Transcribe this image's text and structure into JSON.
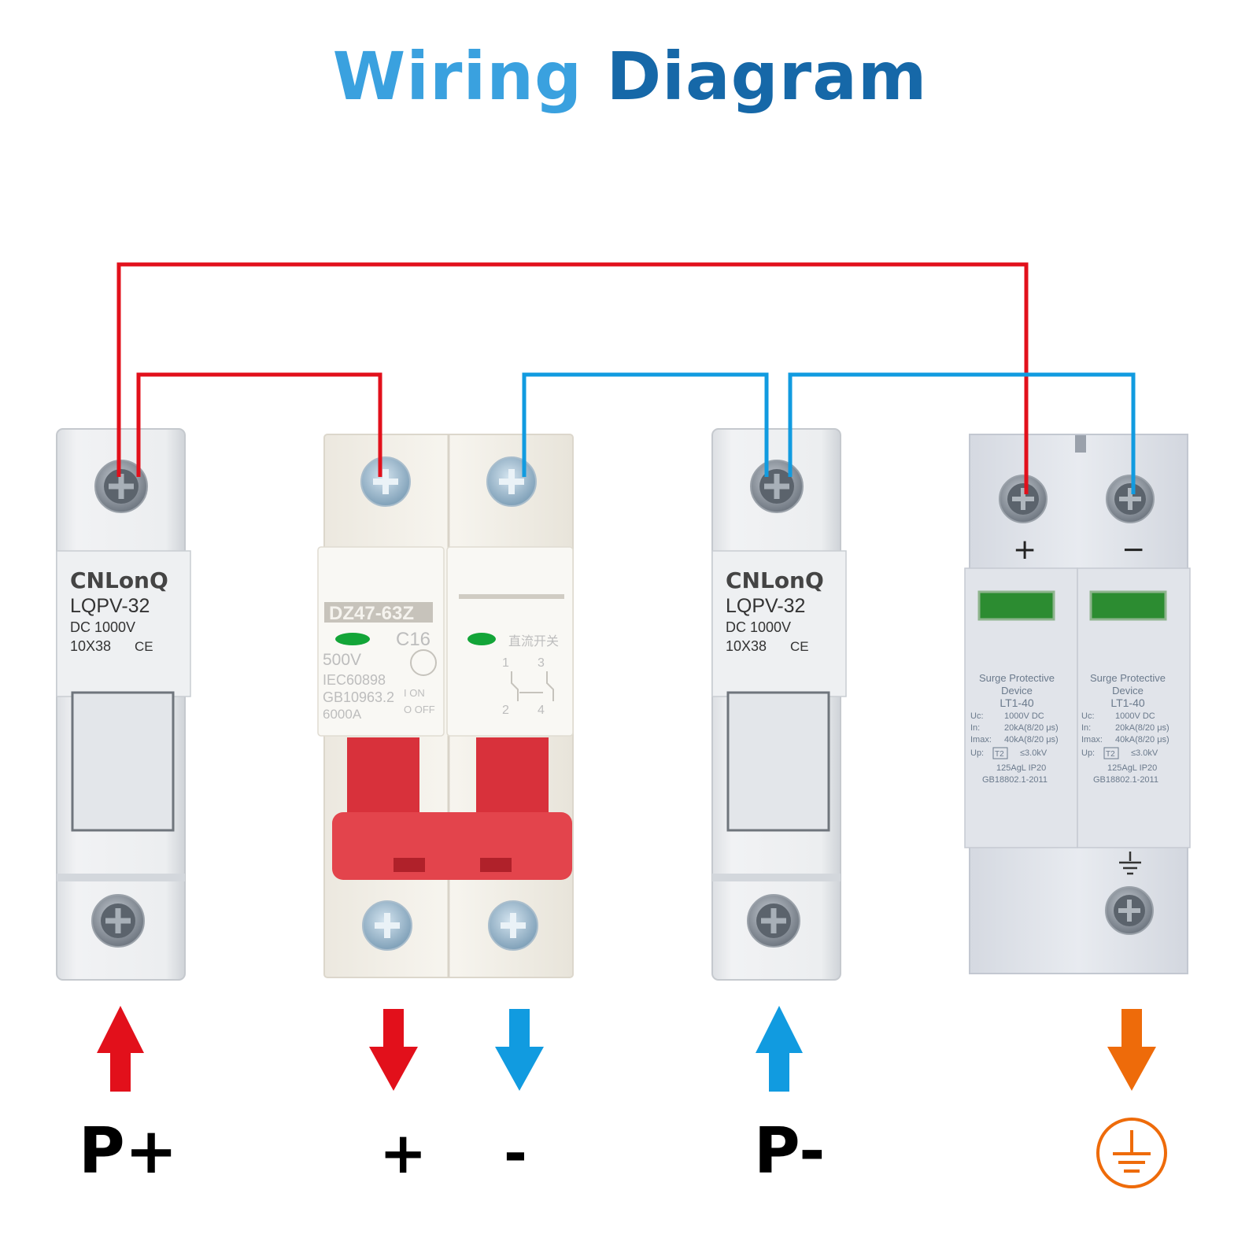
{
  "title": {
    "part1": "Wiring",
    "part2": "Diagram"
  },
  "colors": {
    "positive_wire": "#e2101b",
    "negative_wire": "#119be0",
    "ground": "#ee6b0a",
    "title_light": "#3aa1df",
    "title_dark": "#1668a8"
  },
  "fuse_holder": {
    "brand": "CNLonQ",
    "model": "LQPV-32",
    "voltage": "DC 1000V",
    "size": "10X38",
    "mark": "CE"
  },
  "breaker": {
    "model": "DZ47-63Z",
    "rating": "C16",
    "voltage": "500V",
    "standard1": "IEC60898",
    "standard2": "GB10963.2",
    "capacity": "6000A",
    "on_label": "I  ON",
    "off_label": "O  OFF",
    "chinese_label": "直流开关",
    "pins": [
      "1",
      "2",
      "3",
      "4"
    ]
  },
  "spd": {
    "plus_sign": "+",
    "minus_sign": "−",
    "title_line1": "Surge Protective",
    "title_line2": "Device",
    "model": "LT1-40",
    "uc_label": "Uc:",
    "uc_value": "1000V DC",
    "in_label": "In:",
    "in_value": "20kA(8/20 μs)",
    "imax_label": "Imax:",
    "imax_value": "40kA(8/20 μs)",
    "up_label": "Up:",
    "up_class": "T2",
    "up_value": "≤3.0kV",
    "fuse_spec": "125AgL IP20",
    "standard": "GB18802.1-2011"
  },
  "terminals": {
    "p_plus": "P+",
    "plus": "+",
    "minus": "-",
    "p_minus": "P-"
  }
}
